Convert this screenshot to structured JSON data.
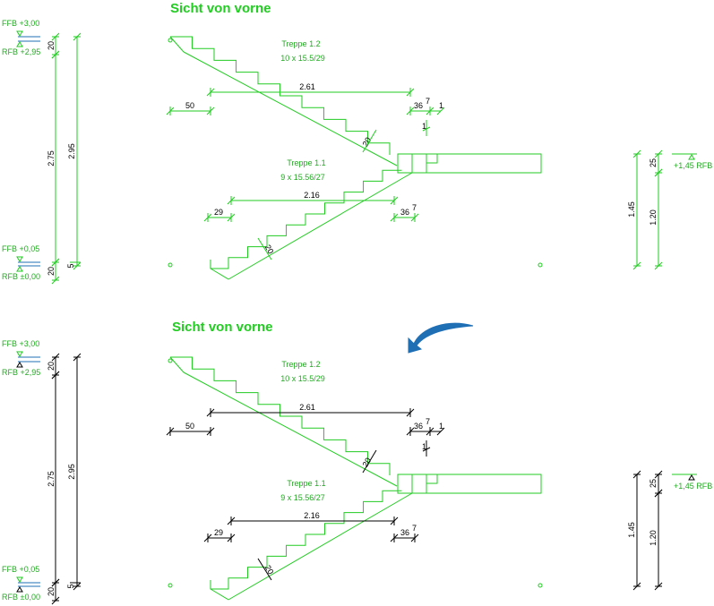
{
  "colors": {
    "drawing": "#22cc22",
    "dimension": "#000000",
    "arrow": "#1f6fb5"
  },
  "views": [
    {
      "title": "Sicht von vorne",
      "levels": {
        "ffb_top": "FFB +3,00",
        "rfb_top": "RFB +2,95",
        "ffb_bottom": "FFB +0,05",
        "rfb_bottom": "RFB ±0,00",
        "landing": "+1,45 RFB"
      },
      "left_dims": {
        "top": "20",
        "middle": "2.75",
        "total": "2.95",
        "bottom": "20",
        "bottom_small": "5"
      },
      "upper_flight": {
        "name": "Treppe 1.2",
        "spec": "10 x 15.5/29",
        "run": "2.61",
        "offset": "50",
        "landing_width": "36",
        "landing_sup": "7",
        "gap": "1",
        "riser_mark": "20",
        "stair_mark": "1"
      },
      "lower_flight": {
        "name": "Treppe 1.1",
        "spec": "9 x 15.56/27",
        "run": "2.16",
        "offset": "29",
        "landing_width": "36",
        "landing_sup": "7",
        "riser_mark": "20"
      },
      "right_dims": {
        "top": "25",
        "total": "1.45",
        "bottom": "1.20"
      }
    },
    {
      "title": "Sicht von vorne",
      "levels": {
        "ffb_top": "FFB +3,00",
        "rfb_top": "RFB +2,95",
        "ffb_bottom": "FFB +0,05",
        "rfb_bottom": "RFB ±0,00",
        "landing": "+1,45 RFB"
      },
      "left_dims": {
        "top": "20",
        "middle": "2.75",
        "total": "2.95",
        "bottom": "20",
        "bottom_small": "5"
      },
      "upper_flight": {
        "name": "Treppe 1.2",
        "spec": "10 x 15.5/29",
        "run": "2.61",
        "offset": "50",
        "landing_width": "36",
        "landing_sup": "7",
        "gap": "1",
        "riser_mark": "20",
        "stair_mark": "1"
      },
      "lower_flight": {
        "name": "Treppe 1.1",
        "spec": "9 x 15.56/27",
        "run": "2.16",
        "offset": "29",
        "landing_width": "36",
        "landing_sup": "7",
        "riser_mark": "20"
      },
      "right_dims": {
        "top": "25",
        "total": "1.45",
        "bottom": "1.20"
      }
    }
  ],
  "arrow_icon": "curved-arrow-icon"
}
